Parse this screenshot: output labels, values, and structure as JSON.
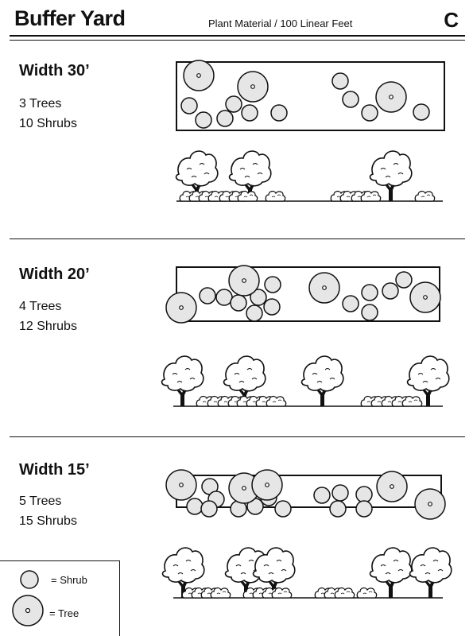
{
  "header": {
    "title": "Buffer Yard",
    "subtitle": "Plant Material / 100 Linear Feet",
    "letter": "C"
  },
  "sections": [
    {
      "title": "Width 30’",
      "trees": "3 Trees",
      "shrubs": "10 Shrubs"
    },
    {
      "title": "Width 20’",
      "trees": "4 Trees",
      "shrubs": "12 Shrubs"
    },
    {
      "title": "Width 15’",
      "trees": "5 Trees",
      "shrubs": "15 Shrubs"
    }
  ],
  "legend": {
    "shrub_label": "= Shrub",
    "tree_label": "= Tree"
  },
  "colors": {
    "ink": "#111111",
    "circle_fill": "#e6e6e6"
  },
  "icons": [
    "shrub-icon",
    "tree-icon"
  ]
}
